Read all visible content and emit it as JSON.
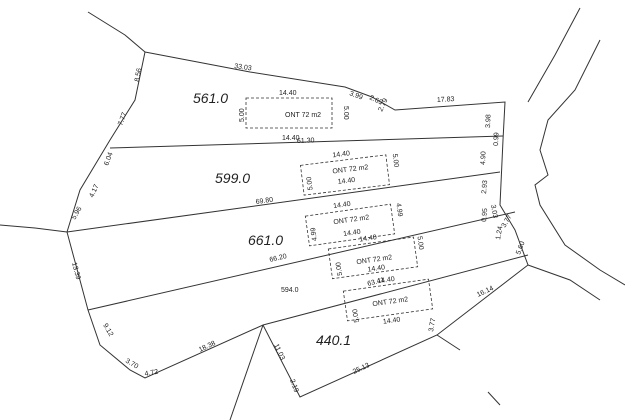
{
  "plots": [
    {
      "area": "561.0"
    },
    {
      "area": "599.0"
    },
    {
      "area": "661.0"
    },
    {
      "area": "594.0"
    },
    {
      "area": "440.1"
    }
  ],
  "building_label": "ONT 72 m2",
  "box_dims": {
    "width": "14.40",
    "depth": "5.00",
    "depth_alt": "4.99"
  },
  "dimensions": {
    "top_33_03": "33.03",
    "top_3_99": "3.99",
    "top_2_69": "2.69",
    "top_2_79": "2.79",
    "top_17_83": "17.83",
    "left_8_56": "8.56",
    "left_7_77": "7.77",
    "left_6_04": "6.04",
    "left_4_17": "4.17",
    "left_5_96": "5.96",
    "left_13_39": "13.39",
    "left_9_12": "9.12",
    "left_3_70": "3.70",
    "bottom_4_72": "4.72",
    "bottom_18_38": "18.38",
    "bottom_11_03": "11.03",
    "bottom_2_19": "2.19",
    "bottom_25_13": "25.13",
    "right_3_77": "3.77",
    "right_16_14": "16.14",
    "right_5_60": "5.60",
    "right_3_98": "3.98",
    "right_0_99": "0.99",
    "right_4_90": "4.90",
    "right_2_93": "2.93",
    "right_3_03": "3.03",
    "right_0_95": "0.95",
    "right_3_77b": "3.77",
    "right_1_24": "1.24",
    "div_61_30": "61.30",
    "div_69_80": "69.80",
    "div_66_20": "66.20",
    "div_63_41": "63.41"
  }
}
